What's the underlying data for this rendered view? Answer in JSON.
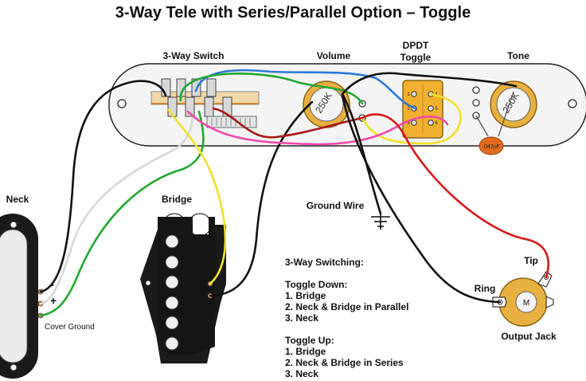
{
  "title": "3-Way Tele with Series/Parallel Option – Toggle",
  "labels": {
    "switch": "3-Way Switch",
    "volume": "Volume",
    "toggle_line1": "DPDT",
    "toggle_line2": "Toggle",
    "tone": "Tone",
    "neck": "Neck",
    "bridge": "Bridge",
    "ground_wire": "Ground Wire",
    "cover_ground": "Cover Ground",
    "tip": "Tip",
    "ring": "Ring",
    "output_jack": "Output Jack"
  },
  "pot_values": {
    "volume": "250K",
    "tone": "250K"
  },
  "capacitor": ".047uF",
  "jack_letter": "M",
  "toggle_pins": [
    "1",
    "2",
    "3",
    "4",
    "5",
    "6"
  ],
  "signs": {
    "neck_minus": "-",
    "neck_plus": "+",
    "bridge_plus": "+",
    "bridge_minus": "-"
  },
  "switching_notes": [
    "3-Way Switching:",
    "",
    "Toggle Down:",
    "1. Bridge",
    "2. Neck & Bridge in Parallel",
    "3. Neck",
    "",
    "Toggle Up:",
    "1. Bridge",
    "2. Neck & Bridge in Series",
    "3. Neck"
  ],
  "colors": {
    "plate": "#f4f4f4",
    "pot_body": "#e8b040",
    "toggle_body": "#f0b030",
    "pickup_black": "#1a1a1a",
    "wire_black": "#111111",
    "wire_white": "#d8d8d8",
    "wire_green": "#22a832",
    "wire_yellow": "#f0e22a",
    "wire_red": "#d81818",
    "wire_blue": "#2a7ad8",
    "wire_pink": "#ee4aa8",
    "wire_darkred": "#a81818"
  }
}
